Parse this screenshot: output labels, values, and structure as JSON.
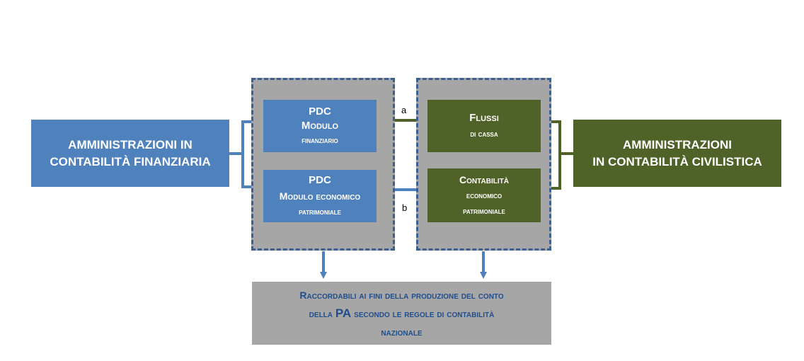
{
  "left_entity": {
    "line1": "AMMINISTRAZIONI IN",
    "line2": "CONTABILITÀ FINANZIARIA"
  },
  "right_entity": {
    "line1": "AMMINISTRAZIONI",
    "line2": "IN CONTABILITÀ CIVILISTICA"
  },
  "pdc_financial": {
    "title": "PDC",
    "line2": "Modulo",
    "line3": "finanziario"
  },
  "pdc_economic": {
    "title": "PDC",
    "line2": "Modulo economico",
    "line3": "patrimoniale"
  },
  "cash_flows": {
    "line1": "Flussi",
    "line2": "di cassa"
  },
  "economic_accounting": {
    "line1": "Contabilità",
    "line2": "economico",
    "line3": "patrimoniale"
  },
  "arrow_labels": {
    "a": "a",
    "b": "b"
  },
  "bottom_box": {
    "line1": "Raccordabili ai fini della produzione del conto",
    "line2_prefix": "della",
    "line2_pa": "PA",
    "line2_suffix": "secondo le regole di contabilità",
    "line3": "nazionale"
  },
  "colors": {
    "blue": "#4f81bd",
    "green": "#4f6228",
    "gray": "#a6a6a6",
    "dashed_border": "#3a5f92",
    "bottom_text": "#1f4e8c"
  }
}
